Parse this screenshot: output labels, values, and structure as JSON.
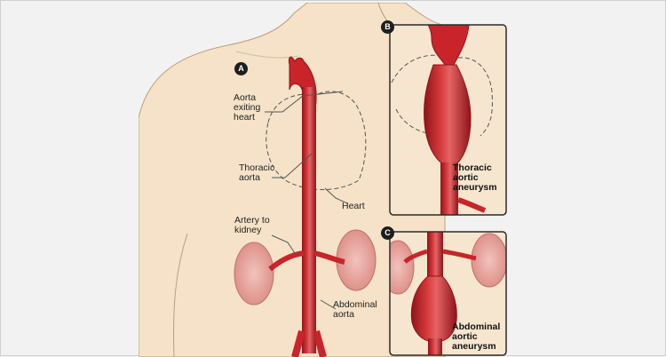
{
  "panels": {
    "a": {
      "badge": "A"
    },
    "b": {
      "badge": "B"
    },
    "c": {
      "badge": "C"
    }
  },
  "labels": {
    "aorta_exiting_heart": "Aorta\nexiting\nheart",
    "thoracic_aorta": "Thoracic\naorta",
    "heart": "Heart",
    "artery_to_kidney": "Artery to\nkidney",
    "abdominal_aorta": "Abdominal\naorta",
    "thoracic_aortic_aneurysm": "Thoracic\naortic\naneurysm",
    "abdominal_aortic_aneurysm": "Abdominal\naortic\naneurysm"
  },
  "colors": {
    "skin": "#f5e2c8",
    "skin_outline": "#b8a07e",
    "artery": "#c8242a",
    "artery_dark": "#8f1418",
    "artery_highlight": "#e86a6a",
    "kidney": "#e7a59e",
    "panel_border": "#2a2a2a",
    "panel_bg": "#f6e6cf"
  }
}
